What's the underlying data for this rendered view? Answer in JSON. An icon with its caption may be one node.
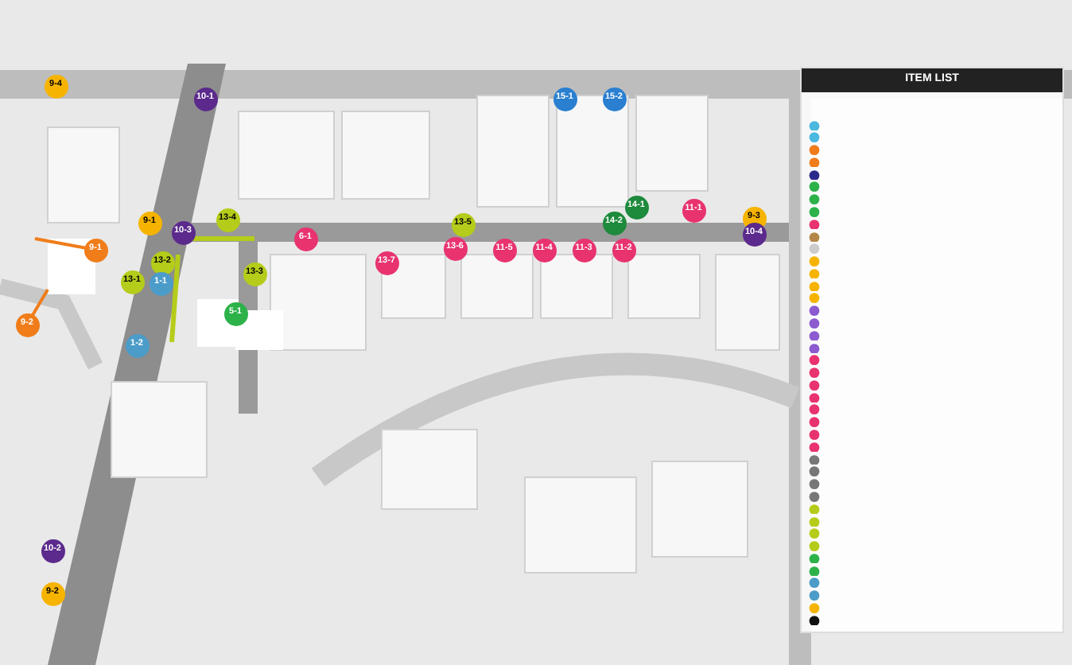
{
  "diagram": {
    "title": "ITEM LIST",
    "nodes": [
      {
        "text": [
          "9-4"
        ]
      },
      {
        "text": [
          "10-1"
        ]
      },
      {
        "text": [
          "9-1"
        ]
      },
      {
        "text": [
          "10-3"
        ]
      },
      {
        "text": [
          "13-4"
        ]
      },
      {
        "text": [
          "6-1"
        ]
      },
      {
        "text": [
          "13-1"
        ]
      },
      {
        "text": [
          "13-2"
        ]
      },
      {
        "text": [
          "1-1"
        ]
      },
      {
        "text": [
          "1-2"
        ]
      },
      {
        "text": [
          "13-3"
        ]
      },
      {
        "text": [
          "5-1"
        ]
      },
      {
        "text": [
          "9-1"
        ]
      },
      {
        "text": [
          "9-2"
        ]
      },
      {
        "text": [
          "13-7"
        ]
      },
      {
        "text": [
          "13-6"
        ]
      },
      {
        "text": [
          "13-5"
        ]
      },
      {
        "text": [
          "11-5"
        ]
      },
      {
        "text": [
          "11-4"
        ]
      },
      {
        "text": [
          "11-3"
        ]
      },
      {
        "text": [
          "11-2"
        ]
      },
      {
        "text": [
          "11-1"
        ]
      },
      {
        "text": [
          "14-1"
        ]
      },
      {
        "text": [
          "14-2"
        ]
      },
      {
        "text": [
          "9-3"
        ]
      },
      {
        "text": [
          "10-4"
        ]
      },
      {
        "text": [
          "15-1"
        ]
      },
      {
        "text": [
          "15-2"
        ]
      },
      {
        "text": [
          "10-2"
        ]
      },
      {
        "text": [
          "9-2"
        ]
      }
    ]
  }
}
